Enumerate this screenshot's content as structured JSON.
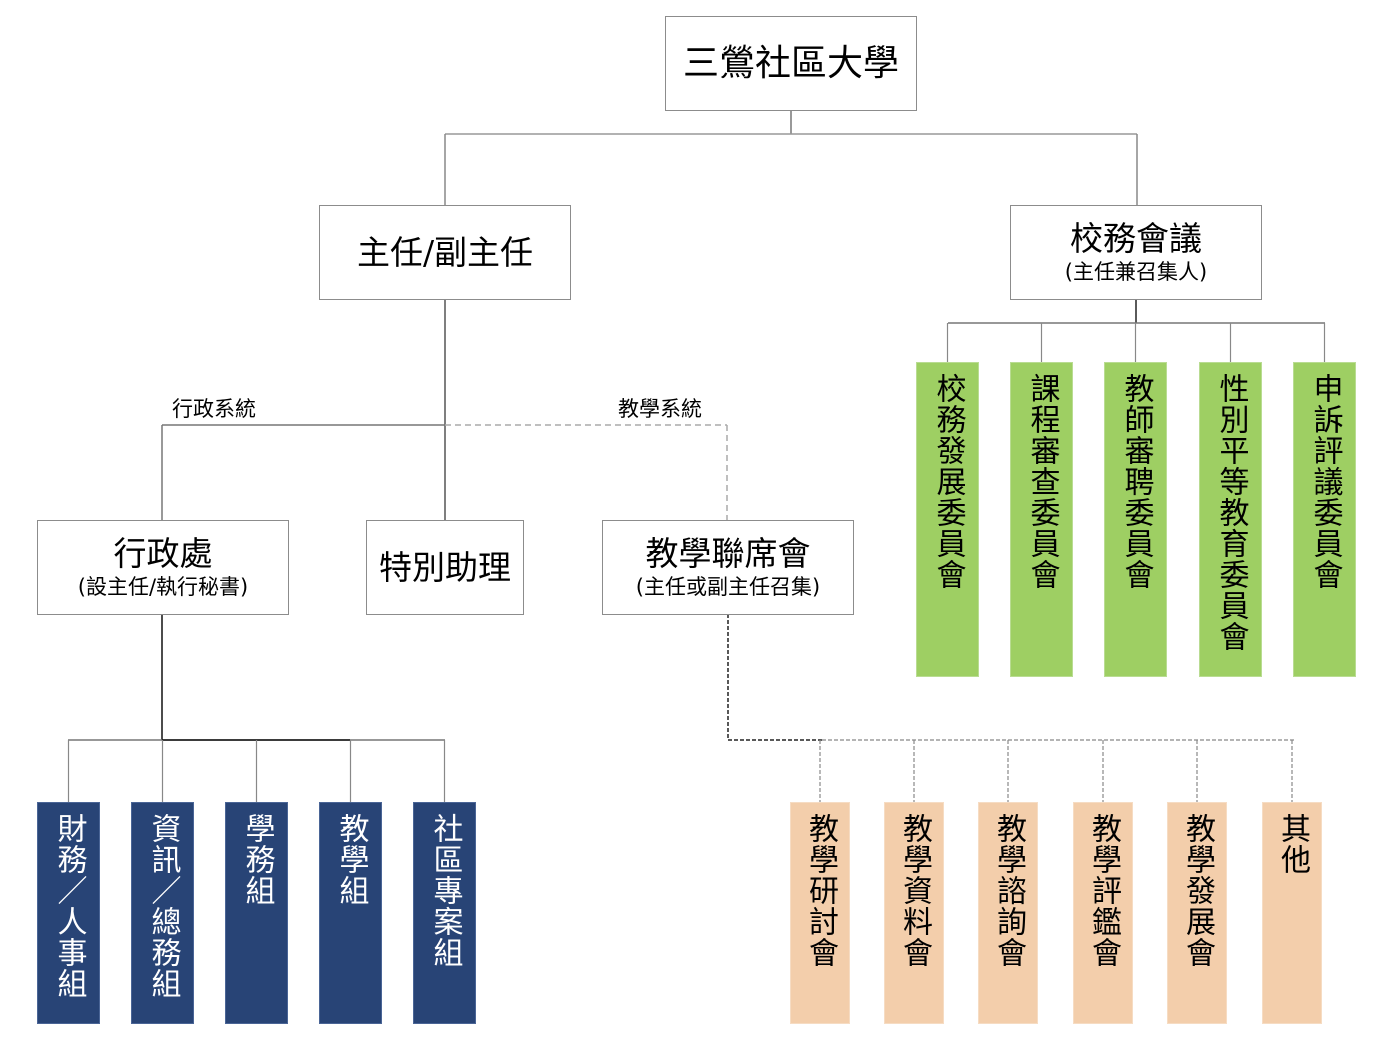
{
  "root": {
    "title": "三鶯社區大學"
  },
  "director": {
    "title": "主任/副主任"
  },
  "council": {
    "title": "校務會議",
    "subtitle": "(主任兼召集人)"
  },
  "labels": {
    "admin_system": "行政系統",
    "teaching_system": "教學系統"
  },
  "admin_office": {
    "title": "行政處",
    "subtitle": "(設主任/執行秘書)"
  },
  "special_assistant": {
    "title": "特別助理"
  },
  "teaching_council": {
    "title": "教學聯席會",
    "subtitle": "(主任或副主任召集)"
  },
  "committees": [
    {
      "label": "校務發展委員會"
    },
    {
      "label": "課程審查委員會"
    },
    {
      "label": "教師審聘委員會"
    },
    {
      "label": "性別平等教育委員會"
    },
    {
      "label": "申訴評議委員會"
    }
  ],
  "admin_groups": [
    {
      "label": "財務／人事組"
    },
    {
      "label": "資訊／總務組"
    },
    {
      "label": "學務組"
    },
    {
      "label": "教學組"
    },
    {
      "label": "社區專案組"
    }
  ],
  "teaching_meetings": [
    {
      "label": "教學研討會"
    },
    {
      "label": "教學資料會"
    },
    {
      "label": "教學諮詢會"
    },
    {
      "label": "教學評鑑會"
    },
    {
      "label": "教學發展會"
    },
    {
      "label": "其他"
    }
  ],
  "colors": {
    "committee_fill": "#9ecf63",
    "admin_group_fill": "#284476",
    "teaching_meeting_fill": "#f3ceab"
  }
}
